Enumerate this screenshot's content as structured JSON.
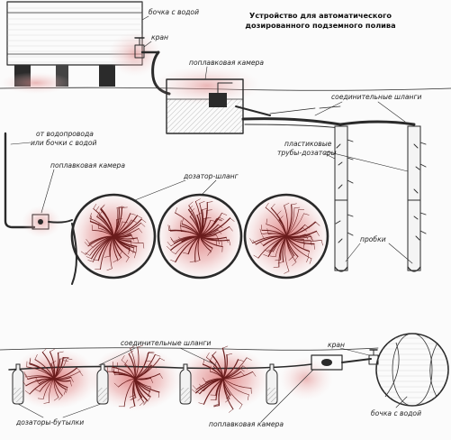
{
  "title_line1": "Устройство для автоматического",
  "title_line2": "дозированного подземного полива",
  "labels": {
    "tank_top": "бочка с водой",
    "valve_top": "кран",
    "float_top": "поплавковая камера",
    "connecting_hoses_top": "соединительные шланги",
    "plastic_pipes_1": "пластиковые",
    "plastic_pipes_2": "трубы-дозаторы",
    "plugs": "пробки",
    "water_source_1": "от водопровода",
    "water_source_2": "или бочки с водой",
    "float_mid": "поплавковая камера",
    "dispenser_hose": "дозатор-шланг",
    "connecting_hoses_bottom": "соединительные шланги",
    "valve_bottom": "кран",
    "bottle_dispensers": "дозаторы-бутылки",
    "float_bottom": "поплавковая камера",
    "tank_bottom": "бочка с водой"
  },
  "colors": {
    "ink": "#2a2a2a",
    "root_glow": "#e9a3a3",
    "root_core": "#d96b6b",
    "background": "#fbfbfb"
  }
}
